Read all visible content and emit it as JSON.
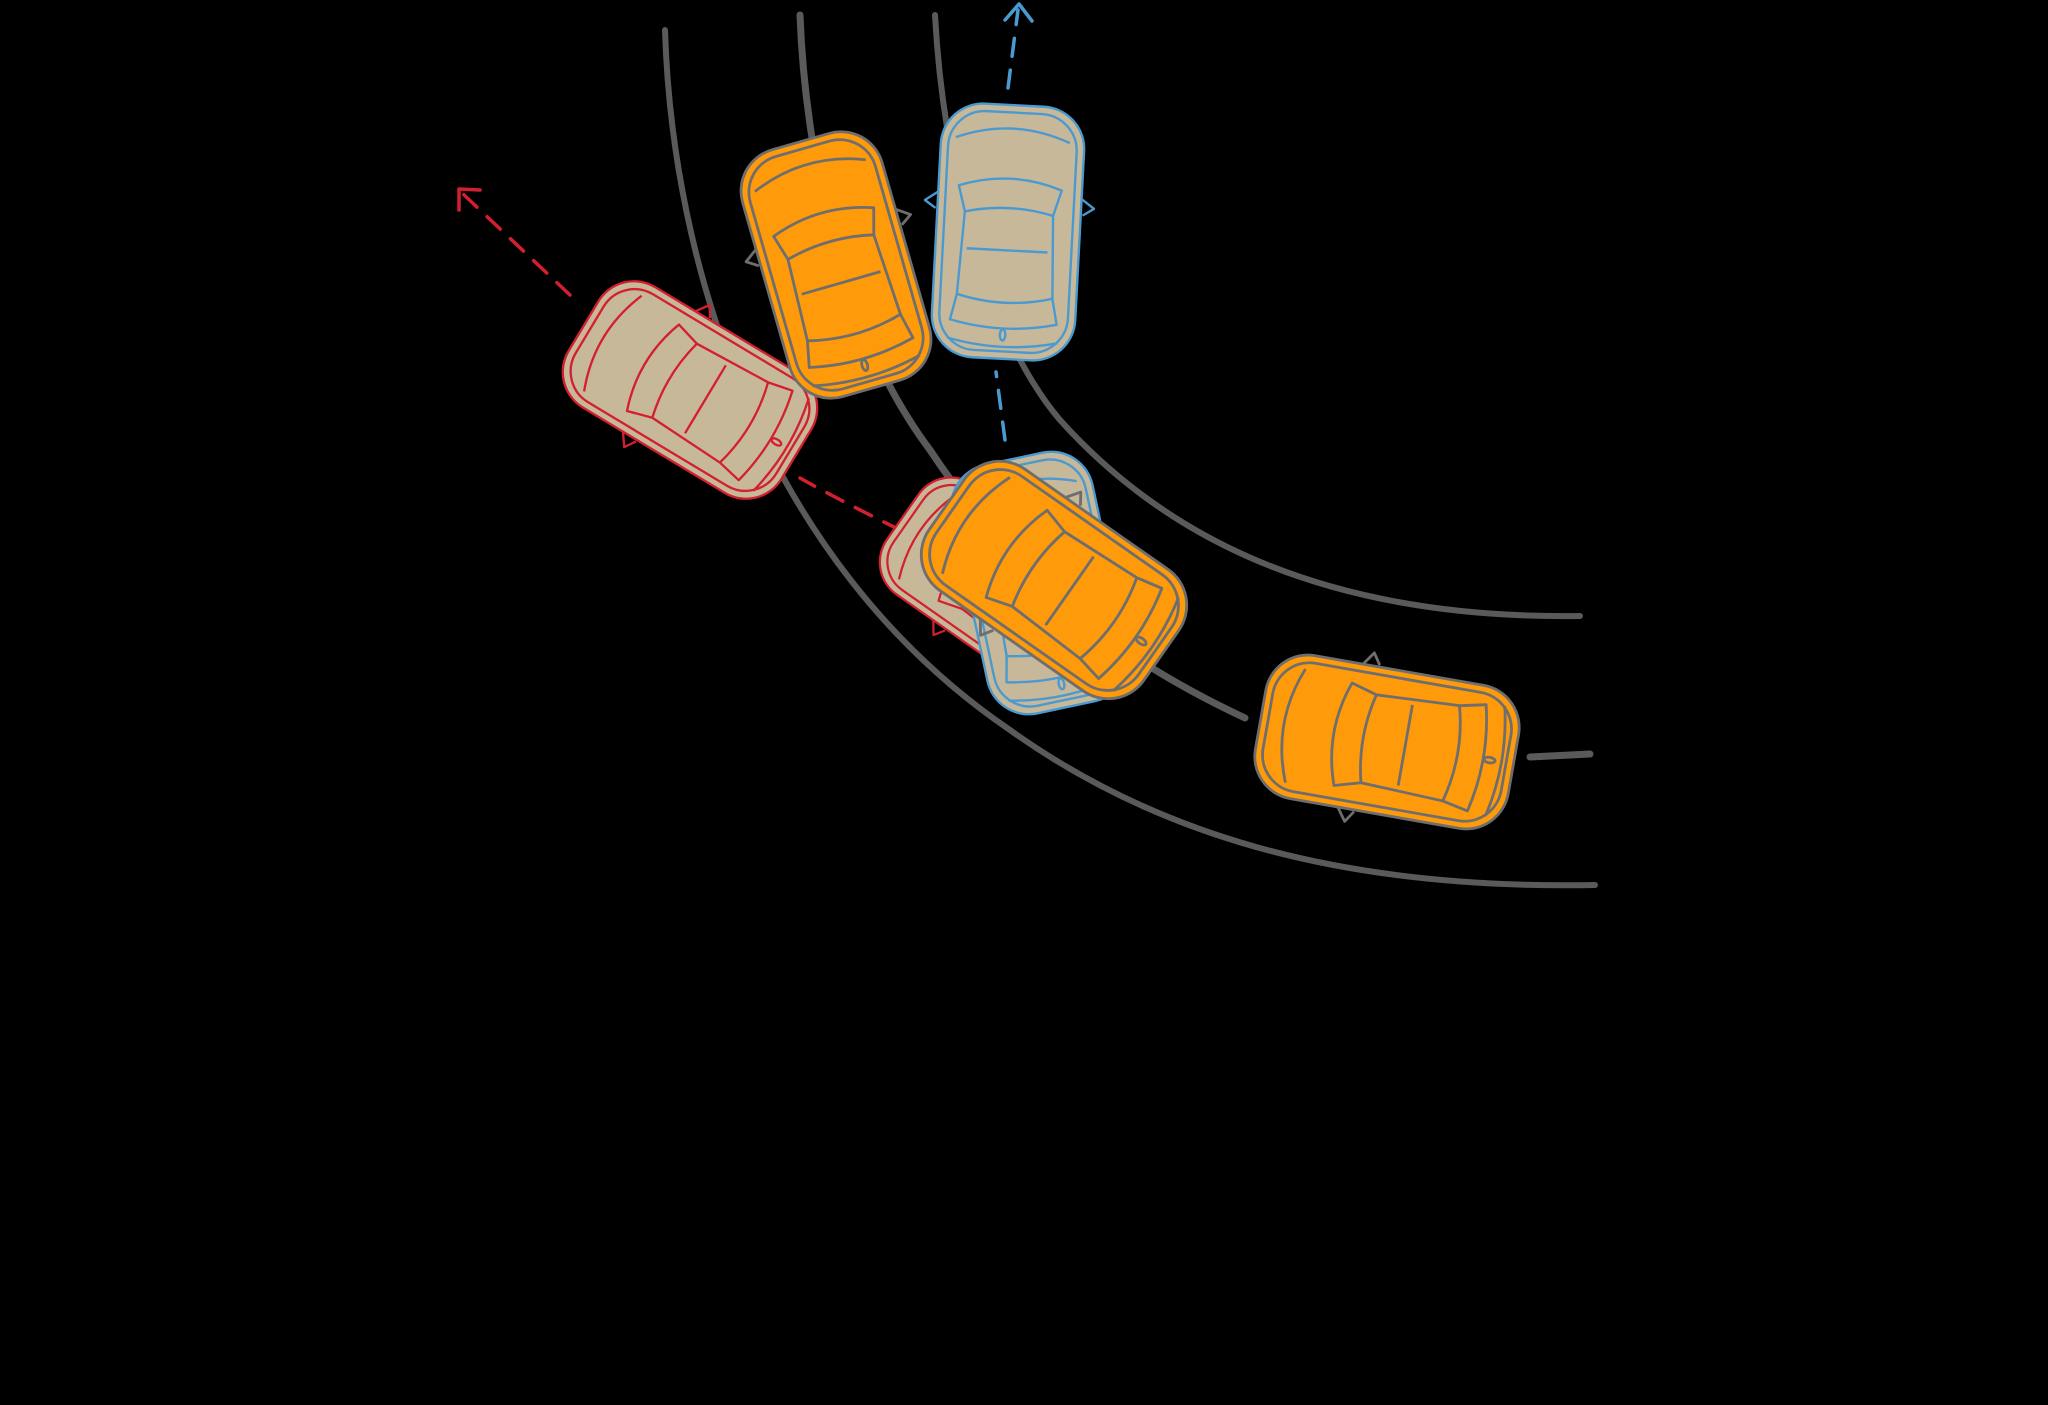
{
  "scene": {
    "background": "#000000",
    "road_color": "#5a5a5a",
    "vehicles": [
      {
        "id": "orange-car-exit",
        "role": "correct-path",
        "body": "#ff9a0a",
        "outline": "#6e6e6e"
      },
      {
        "id": "orange-car-mid",
        "role": "correct-path",
        "body": "#ff9a0a",
        "outline": "#6e6e6e"
      },
      {
        "id": "orange-car-entry",
        "role": "correct-path",
        "body": "#ff9a0a",
        "outline": "#6e6e6e"
      },
      {
        "id": "red-car-understeer",
        "role": "understeer",
        "body": "#c8b89a",
        "outline": "#d2202f"
      },
      {
        "id": "red-car-start",
        "role": "understeer",
        "body": "#c8b89a",
        "outline": "#d2202f"
      },
      {
        "id": "blue-car-oversteer",
        "role": "oversteer",
        "body": "#c8b89a",
        "outline": "#4a9ad0"
      },
      {
        "id": "blue-car-start",
        "role": "oversteer",
        "body": "#c8b89a",
        "outline": "#4a9ad0"
      }
    ],
    "paths": [
      {
        "id": "red-trajectory",
        "color": "#d2202f",
        "style": "dashed-arrow"
      },
      {
        "id": "blue-trajectory",
        "color": "#4a9ad0",
        "style": "dashed-arrow"
      }
    ]
  }
}
